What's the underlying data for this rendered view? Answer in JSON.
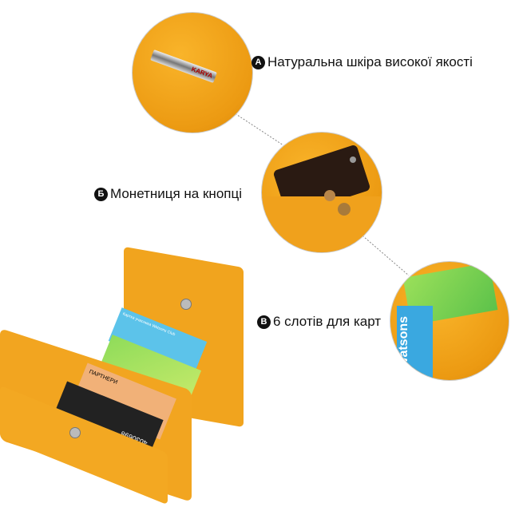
{
  "features": [
    {
      "badge": "А",
      "text": "Натуральна шкіра високої якості"
    },
    {
      "badge": "Б",
      "text": "Монетниця на  кнопці"
    },
    {
      "badge": "В",
      "text": "6 слотів для карт"
    }
  ],
  "brand": "KARYA",
  "cards": {
    "partner_label": "ПАРТНЕРИ",
    "card_number": "4030698",
    "blue_card_text": "Картка учасника Watsons Club",
    "watsons": "watsons"
  },
  "colors": {
    "leather": "#ee9e16",
    "background": "#ffffff"
  }
}
